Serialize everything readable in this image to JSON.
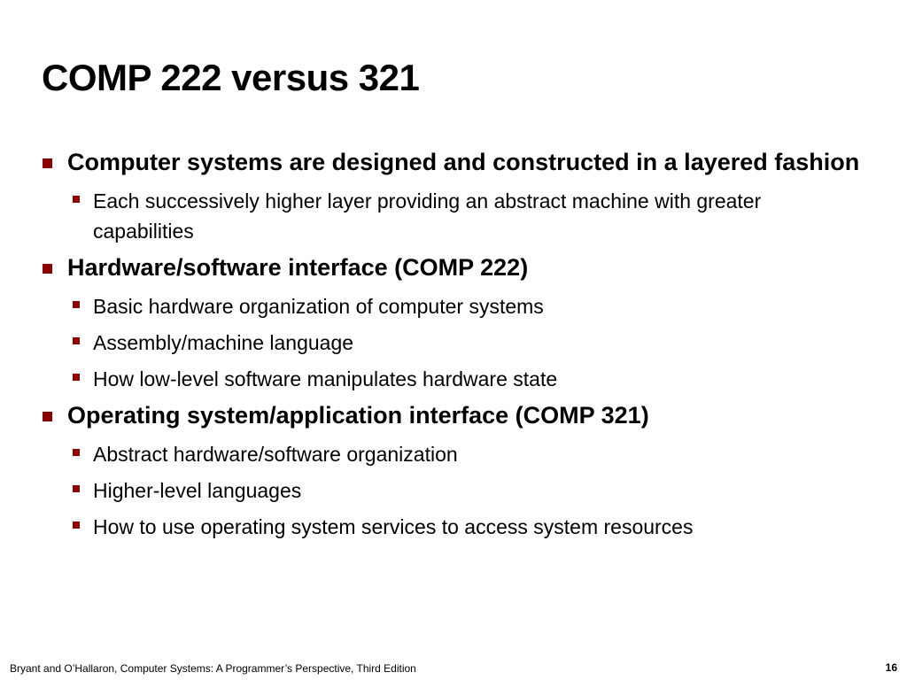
{
  "slide": {
    "title": "COMP 222 versus 321",
    "bullets": [
      {
        "text": "Computer systems are designed and constructed in a layered fashion",
        "sub": [
          "Each successively higher layer providing an abstract machine with greater capabilities"
        ]
      },
      {
        "text": "Hardware/software interface (COMP 222)",
        "sub": [
          "Basic hardware organization of computer systems",
          "Assembly/machine language",
          "How low-level software manipulates hardware state"
        ]
      },
      {
        "text": "Operating system/application interface (COMP 321)",
        "sub": [
          "Abstract hardware/software organization",
          "Higher-level languages",
          "How to use operating system services to access system resources"
        ]
      }
    ],
    "footer": "Bryant and O’Hallaron, Computer Systems: A Programmer’s Perspective, Third Edition",
    "page_number": "16"
  },
  "colors": {
    "bullet": "#8b0000",
    "text": "#000000",
    "background": "#ffffff"
  }
}
